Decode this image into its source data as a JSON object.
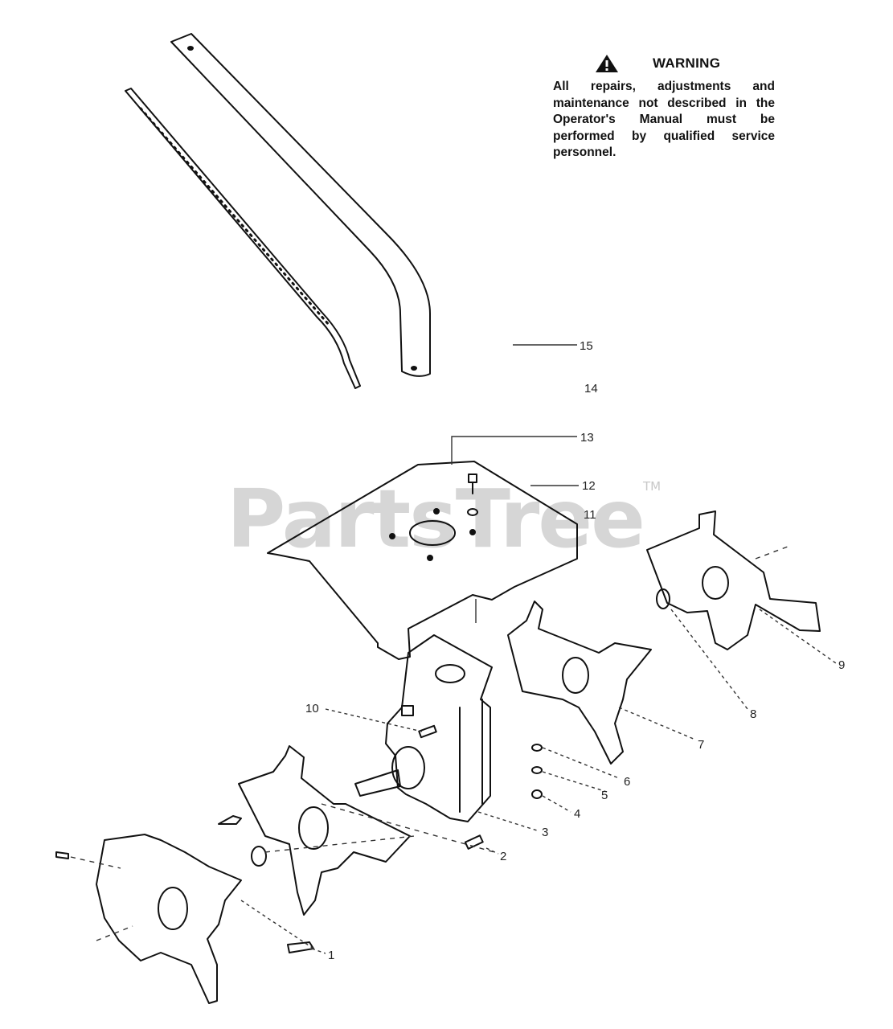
{
  "warning": {
    "title": "WARNING",
    "body": "All repairs, adjustments and maintenance not described in the Operator's Manual must be performed by qualified service personnel."
  },
  "watermark": {
    "text": "PartsTree",
    "tm": "TM"
  },
  "callouts": [
    "15",
    "14",
    "13",
    "12",
    "11",
    "10",
    "9",
    "8",
    "7",
    "6",
    "5",
    "4",
    "3",
    "2",
    "1"
  ]
}
